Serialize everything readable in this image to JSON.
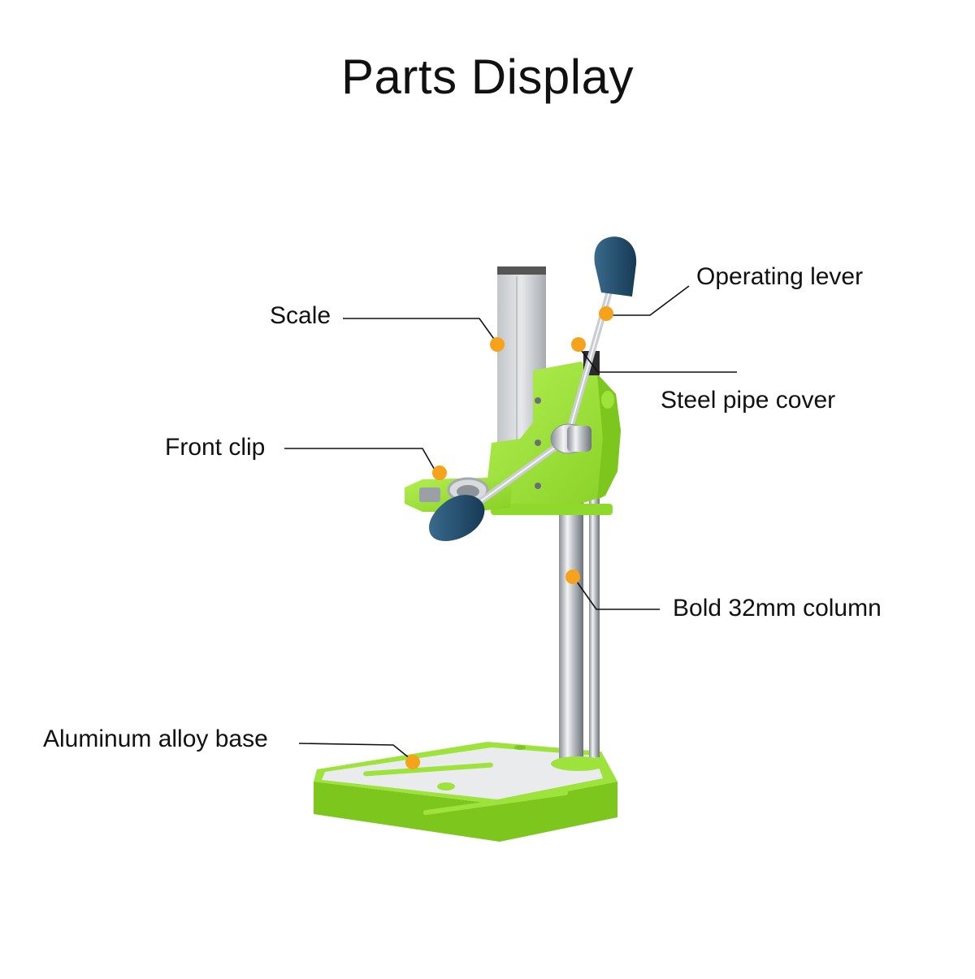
{
  "title": "Parts Display",
  "colors": {
    "frame_green": "#9ee23c",
    "knob_blue": "#1f4a6a",
    "marker_orange": "#f7a21b",
    "steel": "#c9ccd0"
  },
  "parts": [
    {
      "id": "scale",
      "label": "Scale"
    },
    {
      "id": "lever",
      "label": "Operating lever"
    },
    {
      "id": "cover",
      "label": "Steel pipe cover"
    },
    {
      "id": "clip",
      "label": "Front clip"
    },
    {
      "id": "column",
      "label": "Bold 32mm column"
    },
    {
      "id": "base",
      "label": "Aluminum alloy base"
    }
  ]
}
